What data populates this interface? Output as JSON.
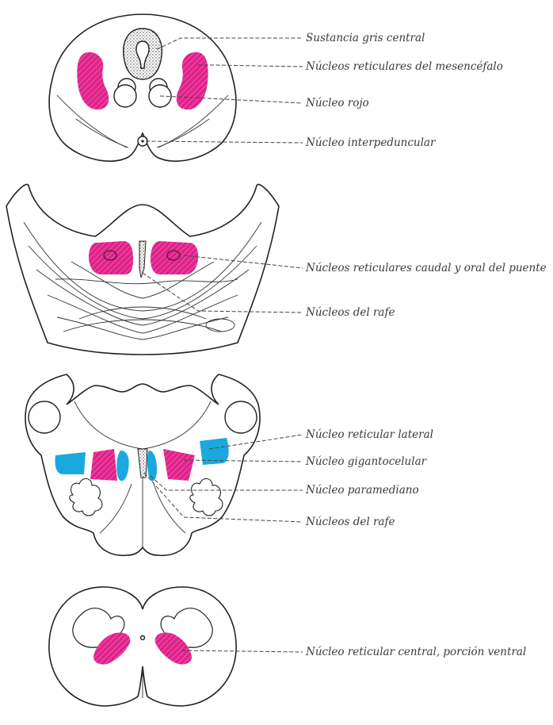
{
  "colors": {
    "reticular_nucleus": "#e0228a",
    "blue_nucleus": "#19a9df",
    "outline": "#222222",
    "label_text": "#3a3a3a"
  },
  "sections": {
    "midbrain": {
      "labels": {
        "central_gray": "Sustancia gris central",
        "mesencephalic_reticular": "Núcleos reticulares del mesencéfalo",
        "red_nucleus": "Núcleo rojo",
        "interpeduncular": "Núcleo interpeduncular"
      }
    },
    "pons": {
      "labels": {
        "pontine_reticular": "Núcleos reticulares caudal y oral del puente",
        "raphe": "Núcleos del rafe"
      }
    },
    "medulla": {
      "labels": {
        "lateral_reticular": "Núcleo reticular lateral",
        "gigantocellular": "Núcleo gigantocelular",
        "paramedian": "Núcleo paramediano",
        "raphe": "Núcleos del rafe"
      }
    },
    "spinal_cord": {
      "labels": {
        "central_reticular_ventral": "Núcleo reticular central, porción ventral"
      }
    }
  }
}
